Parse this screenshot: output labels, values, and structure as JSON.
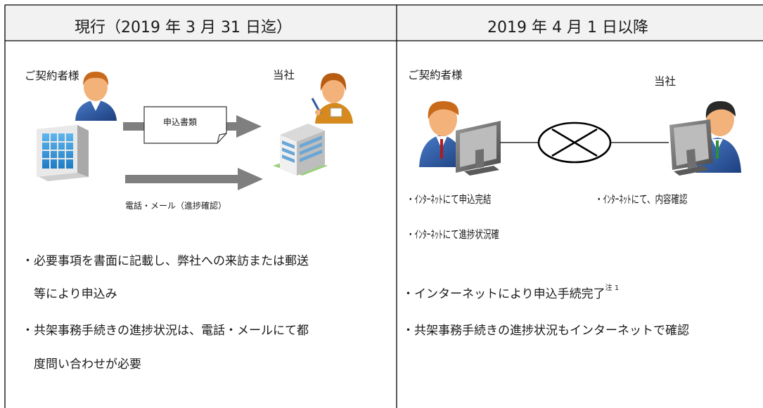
{
  "headers": {
    "current": "現行（2019 年 3 月 31 日迄）",
    "future": "2019 年 4 月 1 日以降"
  },
  "left_panel": {
    "customer_label": "ご契約者様",
    "company_label": "当社",
    "document_label": "申込書類",
    "phone_mail_label": "電話・メール（進捗確認）",
    "bullets": [
      "・必要事項を書面に記載し、弊社への来訪または郵送",
      "等により申込み",
      "・共架事務手続きの進捗状況は、電話・メールにて都",
      "度問い合わせが必要"
    ]
  },
  "right_panel": {
    "customer_label": "ご契約者様",
    "company_label": "当社",
    "customer_captions": [
      "・ｲﾝﾀｰﾈｯﾄにて申込完結",
      "・ｲﾝﾀｰﾈｯﾄにて進捗状況確"
    ],
    "company_caption": "・ｲﾝﾀｰﾈｯﾄにて、内容確認",
    "bullet_1": "・インターネットにより申込手続完了",
    "bullet_1_note": "注 1",
    "bullet_2": "・共架事務手続きの進捗状況もインターネットで確認"
  },
  "colors": {
    "header_bg": "#f2f2f2",
    "border": "#000000",
    "arrow": "#7f7f7f",
    "building_blue": "#2e8fd6",
    "suit_blue": "#2d5aa0",
    "monitor_gray": "#6f6f6f",
    "hair_orange": "#c9691a",
    "skin": "#f3b27a"
  },
  "icons": [
    "customer-person-icon",
    "office-building-icon",
    "document-icon",
    "company-staff-icon",
    "company-building-icon",
    "customer-computer-user-icon",
    "blocked-connection-icon",
    "staff-computer-user-icon"
  ]
}
